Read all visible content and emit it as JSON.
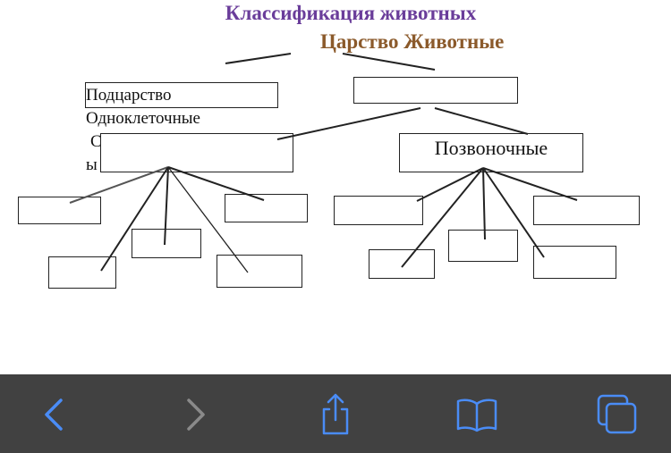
{
  "document": {
    "title": "Классификация животных",
    "subtitle": "Царство Животные",
    "subkingdom_label": "Подцарство",
    "unicellular_label": "Одноклеточные",
    "hidden_fragment_1": "С",
    "hidden_fragment_2": "ы",
    "vertebrates_label": "Позвоночные"
  },
  "toolbar": {
    "icons": [
      "back-icon",
      "forward-icon",
      "share-icon",
      "bookmarks-icon",
      "tabs-icon"
    ],
    "accent": "#4a8cf6",
    "disabled": "#8a8a8a"
  }
}
